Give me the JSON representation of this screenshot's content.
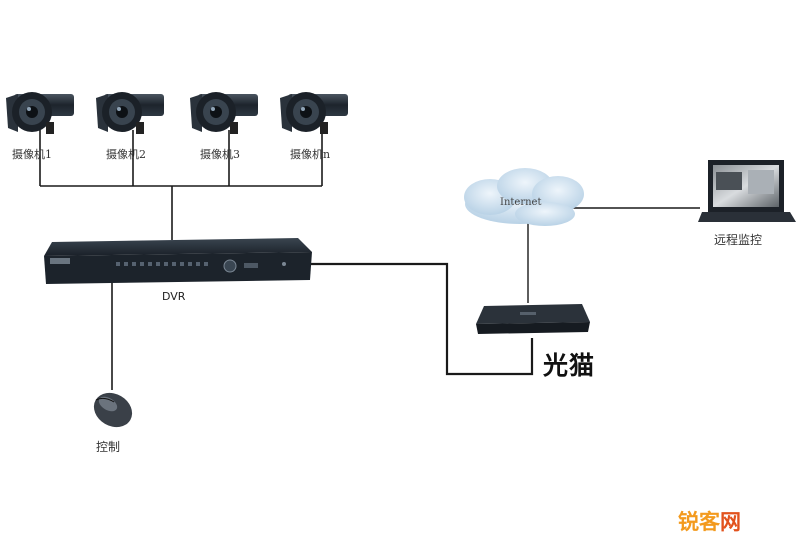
{
  "cameras": [
    {
      "label": "摄像机1"
    },
    {
      "label": "摄像机2"
    },
    {
      "label": "摄像机3"
    },
    {
      "label": "摄像机n"
    }
  ],
  "dvr": {
    "label": "DVR"
  },
  "internet": {
    "label": "Internet"
  },
  "modem": {
    "label": "光猫"
  },
  "remote": {
    "label": "远程监控"
  },
  "control": {
    "label": "控制"
  },
  "watermark": {
    "part1": "锐客",
    "part2": "网"
  },
  "colors": {
    "line": "#1a1a1a",
    "device_body": "#1e2630",
    "cloud": "#cfe1ef",
    "watermark_orange": "#f39a1e",
    "watermark_red": "#e2521d"
  }
}
